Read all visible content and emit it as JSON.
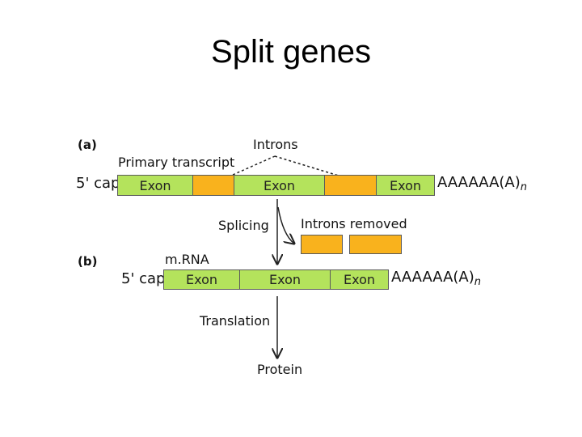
{
  "title": "Split genes",
  "panel_a": {
    "label": "(a)",
    "introns_label": "Introns",
    "primary_transcript_label": "Primary transcript",
    "cap_label": "5' cap",
    "exons": [
      "Exon",
      "Exon",
      "Exon"
    ],
    "poly_a": "AAAAAA(A)",
    "poly_a_sub": "n"
  },
  "splicing": {
    "label": "Splicing",
    "introns_removed_label": "Introns  removed"
  },
  "panel_b": {
    "label": "(b)",
    "mrna_label": "m.RNA",
    "cap_label": "5' cap",
    "exons": [
      "Exon",
      "Exon",
      "Exon"
    ],
    "poly_a": "AAAAAA(A)",
    "poly_a_sub": "n"
  },
  "translation": {
    "label": "Translation",
    "protein_label": "Protein"
  },
  "colors": {
    "exon": "#b4e35c",
    "intron": "#f9b21d",
    "outline": "#5a5a5a"
  }
}
